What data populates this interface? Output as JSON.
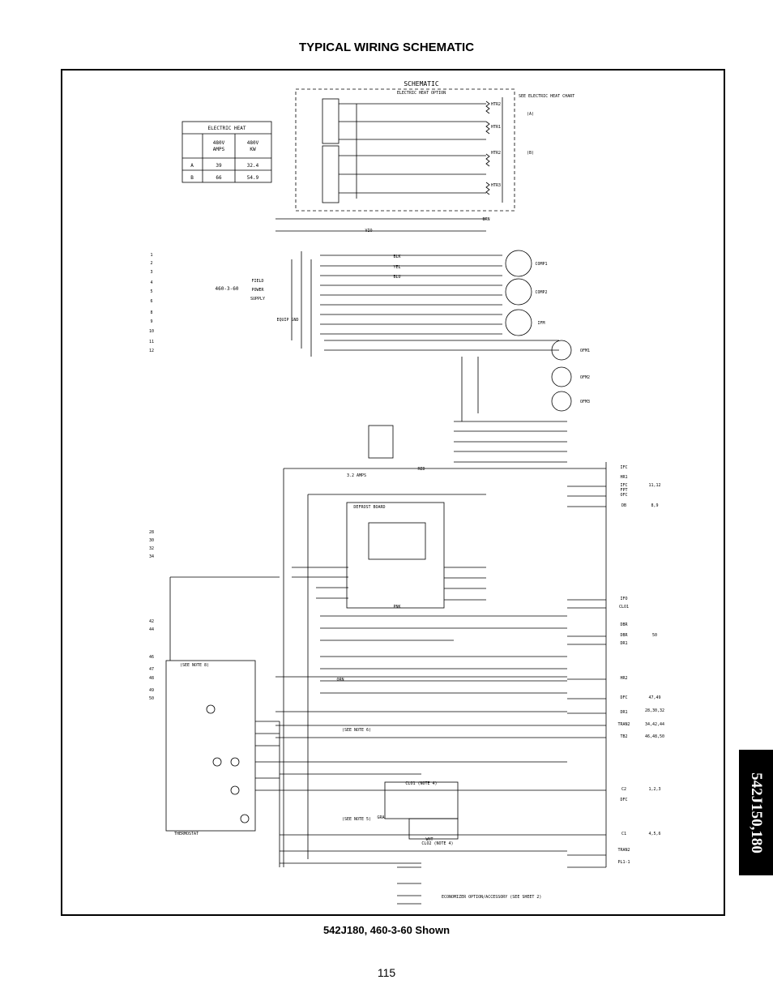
{
  "header": {
    "title": "TYPICAL WIRING SCHEMATIC"
  },
  "footer": {
    "caption": "542J180, 460-3-60 Shown",
    "page_number": "115"
  },
  "side_tab": {
    "label": "542J150,180"
  },
  "schematic": {
    "title": "SCHEMATIC",
    "electric_heat_option_label": "ELECTRIC HEAT OPTION",
    "see_electric_heat_chart": "SEE ELECTRIC HEAT CHART",
    "heater_group_a": "(A)",
    "heater_group_b": "(B)",
    "supply_voltage": "460-3-60",
    "field_power_supply": [
      "FIELD",
      "POWER",
      "SUPPLY"
    ],
    "equip_gnd": "EQUIP GND",
    "defrost_board": "DEFROST BOARD",
    "thermostat": "THERMOSTAT",
    "economizer_note": "ECONOMIZER OPTION/ACCESSORY (SEE SHEET 2)",
    "see_note_5": "(SEE NOTE 5)",
    "see_note_6": "(SEE NOTE 6)",
    "see_note_8": "(SEE NOTE 8)",
    "clo1_note": "CLO1 (NOTE 4)",
    "clo2_note": "CLO2 (NOTE 4)",
    "cb_3_2_amps": "3.2 AMPS",
    "heater_labels": [
      "HTR2",
      "HTR1",
      "HTR2",
      "HTR3"
    ],
    "motor_labels": [
      "COMP1",
      "COMP2",
      "IFM",
      "OFM1",
      "OFM2",
      "OFM3"
    ],
    "line_numbers": [
      "1",
      "2",
      "3",
      "4",
      "5",
      "6",
      "8",
      "9",
      "10",
      "11",
      "12",
      "28",
      "30",
      "32",
      "34",
      "42",
      "44",
      "46",
      "47",
      "48",
      "49",
      "50"
    ],
    "wire_colors": [
      "BLK",
      "YEL",
      "BLU",
      "BRN",
      "VIO",
      "RED",
      "PNK",
      "ORN",
      "GRA",
      "WHT"
    ],
    "right_terminals": [
      "IFC",
      "HR1",
      "IFC",
      "FPT",
      "OFC",
      "DB",
      "IFO",
      "CLO1",
      "DBR",
      "DBR",
      "DR1",
      "HR2",
      "DFC",
      "DR1",
      "TRAN2",
      "TB2",
      "C2",
      "DFC",
      "C1",
      "TRAN2",
      "PL1-1"
    ],
    "right_refs": [
      "11,12",
      "8,9",
      "50",
      "47,49",
      "28,30,32",
      "34,42,44",
      "46,48,50",
      "1,2,3",
      "4,5,6"
    ]
  },
  "electric_heat_table": {
    "title": "ELECTRIC HEAT",
    "columns": [
      "",
      "480V AMPS",
      "480V KW"
    ],
    "rows": [
      [
        "A",
        "39",
        "32.4"
      ],
      [
        "B",
        "66",
        "54.9"
      ]
    ]
  }
}
